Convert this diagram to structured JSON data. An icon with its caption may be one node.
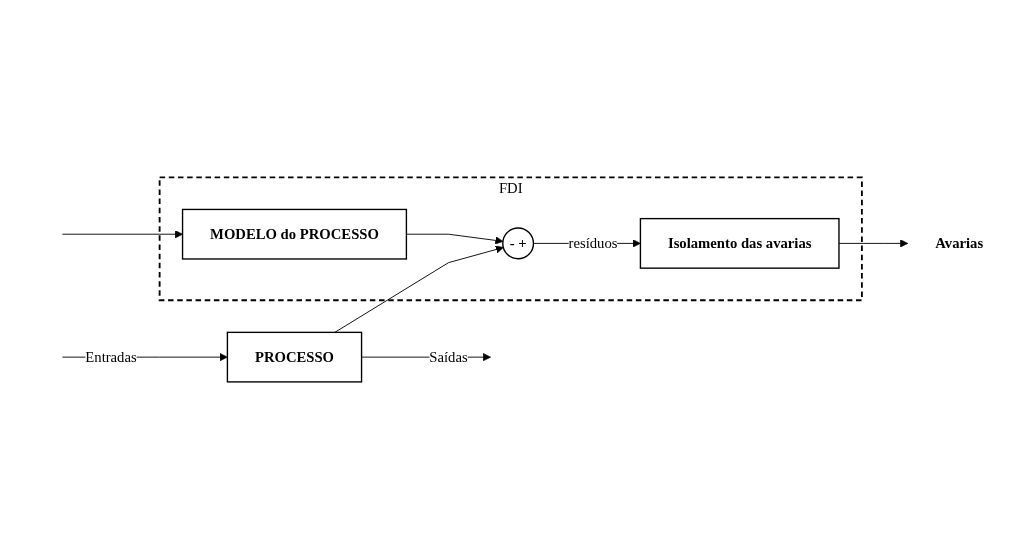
{
  "diagram": {
    "nodes": [
      {
        "text": [
          "FDI"
        ]
      },
      {
        "text": [
          "PROCESSO"
        ]
      },
      {
        "text": [
          "MODELO do PROCESSO"
        ],
        "in": 0
      },
      {
        "text": [
          "-",
          "+"
        ],
        "in": 0
      },
      {
        "text": [
          "Isolamento das avarias"
        ],
        "in": 0
      },
      {
        "text": [
          "Avarias"
        ]
      }
    ],
    "edges": [
      {
        "from": null,
        "to": 1,
        "arrow": "to",
        "label": "Entradas"
      },
      {
        "from": null,
        "to": 2,
        "arrow": "to"
      },
      {
        "from": 1,
        "to": null,
        "arrow": "to",
        "label": "Saídas"
      },
      {
        "from": 1,
        "to": 3,
        "arrow": "to"
      },
      {
        "from": 2,
        "to": 3,
        "arrow": "to"
      },
      {
        "from": 3,
        "to": 4,
        "arrow": "to",
        "label": "resíduos"
      },
      {
        "from": 4,
        "to": 5,
        "arrow": "to"
      }
    ]
  }
}
